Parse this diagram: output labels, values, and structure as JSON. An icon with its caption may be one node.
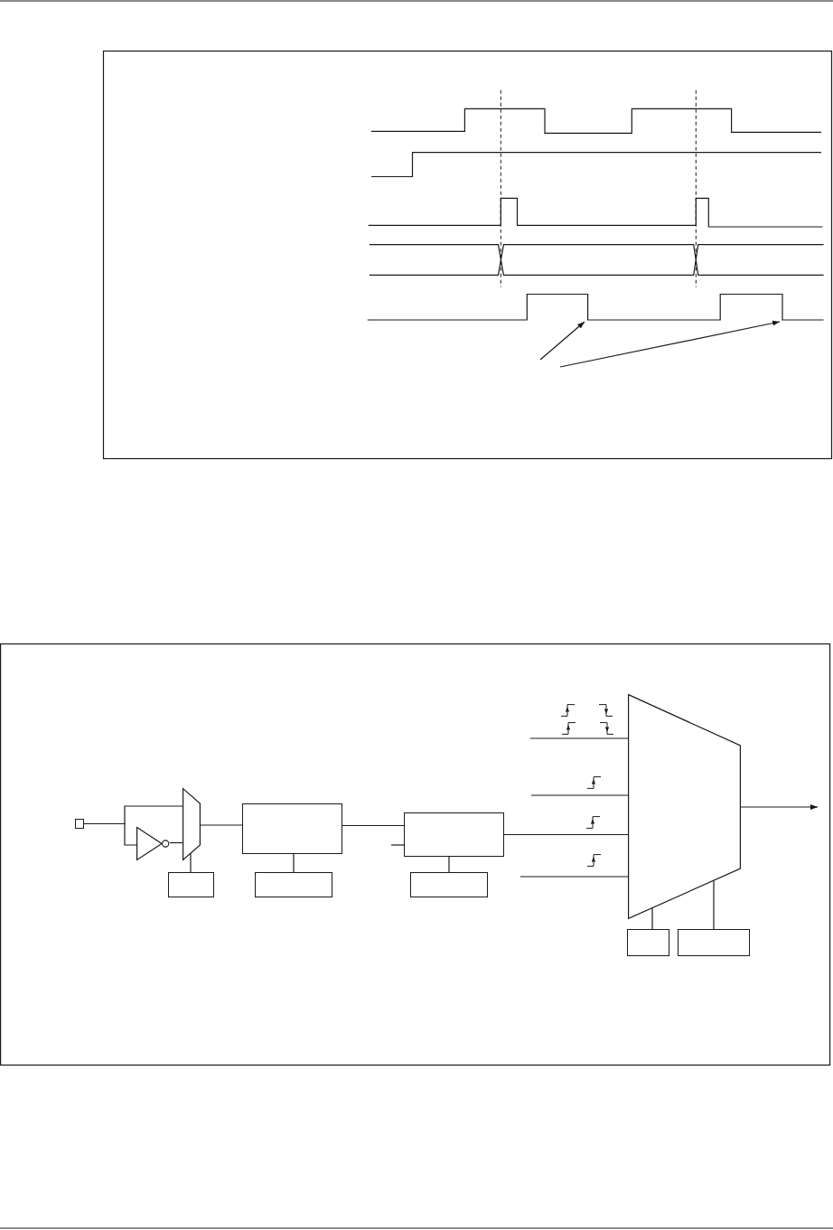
{
  "diagram": {
    "nodes": [
      {
        "text": [],
        "shape": "waveform"
      },
      {
        "text": [],
        "shape": "box"
      },
      {
        "text": [],
        "shape": "triangle"
      },
      {
        "text": [],
        "shape": "trapezoid"
      },
      {
        "text": [],
        "shape": "box"
      },
      {
        "text": [],
        "shape": "box"
      },
      {
        "text": [],
        "shape": "box"
      },
      {
        "text": [],
        "shape": "box"
      },
      {
        "text": [],
        "shape": "box"
      },
      {
        "text": [],
        "shape": "trapezoid"
      },
      {
        "text": [],
        "shape": "box"
      },
      {
        "text": [],
        "shape": "box"
      }
    ],
    "edges": [
      {
        "from": null,
        "to": 0,
        "arrow": "to"
      },
      {
        "from": null,
        "to": 0,
        "arrow": "to"
      },
      {
        "from": 1,
        "to": 3,
        "arrow": "none"
      },
      {
        "from": 1,
        "to": 2,
        "arrow": "none"
      },
      {
        "from": 2,
        "to": 3,
        "arrow": "none"
      },
      {
        "from": 4,
        "to": 3,
        "arrow": "none"
      },
      {
        "from": 3,
        "to": 5,
        "arrow": "none"
      },
      {
        "from": 6,
        "to": 5,
        "arrow": "none"
      },
      {
        "from": 5,
        "to": 7,
        "arrow": "none"
      },
      {
        "from": null,
        "to": 7,
        "arrow": "none"
      },
      {
        "from": 8,
        "to": 7,
        "arrow": "none"
      },
      {
        "from": null,
        "to": 9,
        "arrow": "none"
      },
      {
        "from": null,
        "to": 9,
        "arrow": "none"
      },
      {
        "from": 7,
        "to": 9,
        "arrow": "none"
      },
      {
        "from": null,
        "to": 9,
        "arrow": "none"
      },
      {
        "from": 9,
        "to": null,
        "arrow": "to"
      },
      {
        "from": 10,
        "to": 9,
        "arrow": "none"
      },
      {
        "from": 11,
        "to": 9,
        "arrow": "none"
      }
    ]
  }
}
